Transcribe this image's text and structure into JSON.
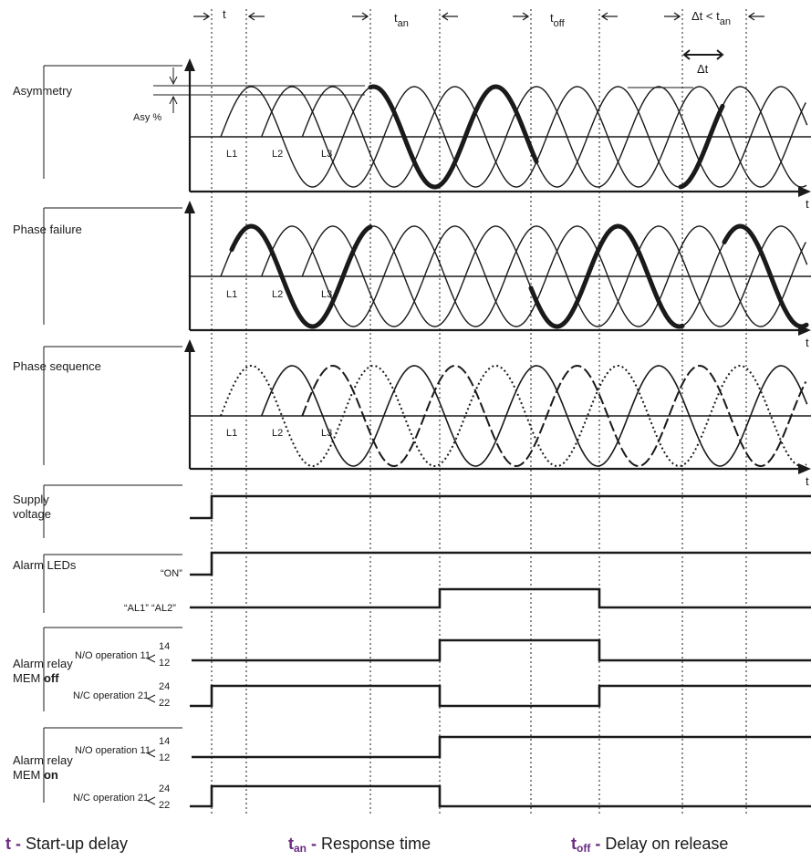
{
  "timing_labels": {
    "t": "t",
    "t_an": "t",
    "t_an_sub": "an",
    "t_off": "t",
    "t_off_sub": "off",
    "dt_cond": "Δt < t",
    "dt_cond_sub": "an",
    "dt": "Δt"
  },
  "panels": {
    "asymmetry": {
      "title": "Asymmetry",
      "asy": "Asy %"
    },
    "phase_failure": {
      "title": "Phase failure"
    },
    "phase_sequence": {
      "title": "Phase sequence"
    },
    "phase_names": [
      "L1",
      "L2",
      "L3"
    ],
    "axis_end": "t"
  },
  "signals": {
    "supply": {
      "line1": "Supply",
      "line2": "voltage"
    },
    "alarm_leds": {
      "title": "Alarm LEDs",
      "on": "“ON”",
      "al": "“AL1” “AL2”"
    },
    "relay_off": {
      "line1": "Alarm relay",
      "line2_prefix": "MEM ",
      "line2_bold": "off"
    },
    "relay_on": {
      "line1": "Alarm relay",
      "line2_prefix": "MEM ",
      "line2_bold": "on"
    },
    "no_op": {
      "text": "N/O operation 11",
      "top": "14",
      "bottom": "12"
    },
    "nc_op": {
      "text": "N/C operation 21",
      "top": "24",
      "bottom": "22"
    }
  },
  "legend": [
    {
      "key": "t",
      "sub": "",
      "desc": "Start-up delay"
    },
    {
      "key": "t",
      "sub": "an",
      "desc": "Response time"
    },
    {
      "key": "t",
      "sub": "off",
      "desc": "Delay on release"
    }
  ]
}
